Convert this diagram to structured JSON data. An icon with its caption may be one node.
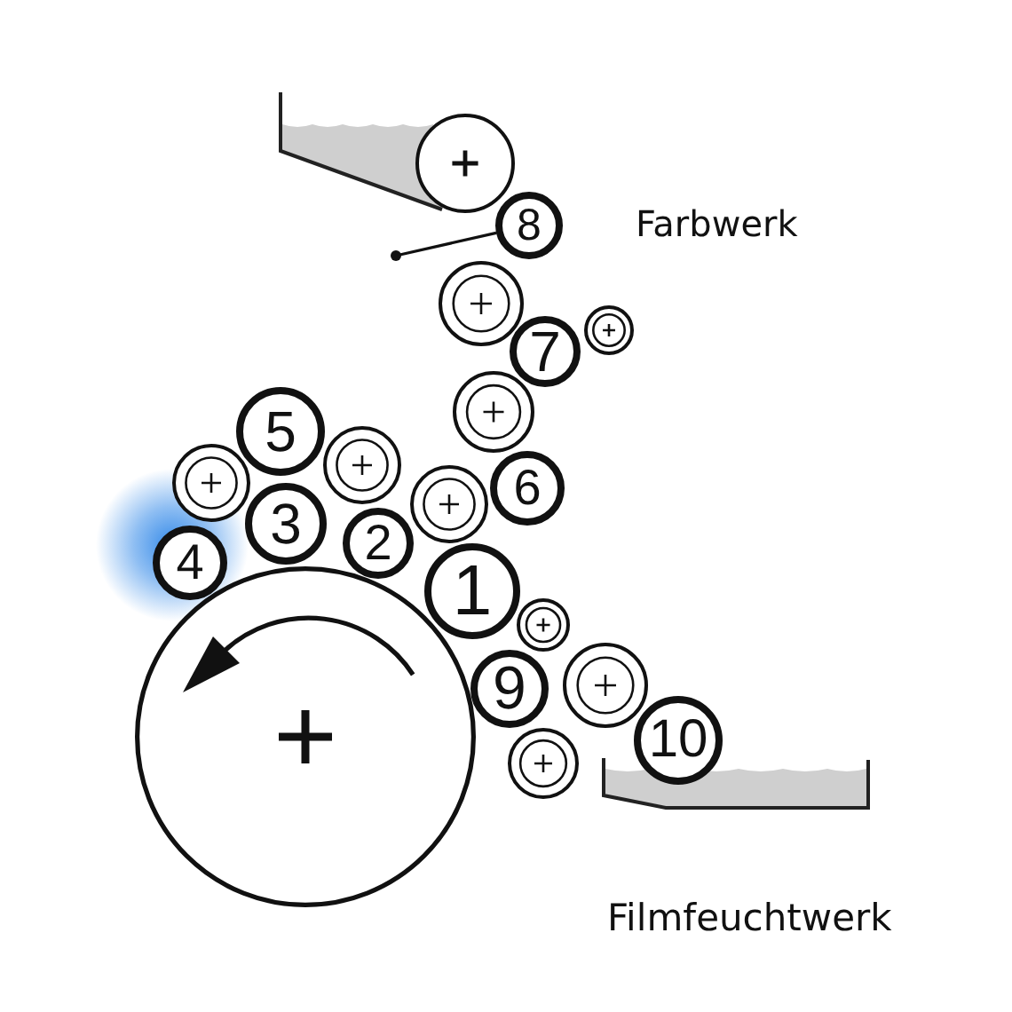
{
  "diagram": {
    "nodes": [
      {
        "text": [],
        "shape": "circle"
      },
      {
        "text": [
          "8"
        ]
      },
      {
        "text": [],
        "shape": "circle"
      },
      {
        "text": [],
        "shape": "circle"
      },
      {
        "text": [
          "7"
        ]
      },
      {
        "text": [],
        "shape": "circle"
      },
      {
        "text": [
          "5"
        ]
      },
      {
        "text": [],
        "shape": "circle"
      },
      {
        "text": [],
        "shape": "circle"
      },
      {
        "text": [
          "6"
        ]
      },
      {
        "text": [],
        "shape": "circle"
      },
      {
        "text": [
          "3"
        ]
      },
      {
        "text": [
          "2"
        ]
      },
      {
        "text": [
          "4"
        ]
      },
      {
        "text": [
          "1"
        ]
      },
      {
        "text": [],
        "shape": "circle"
      },
      {
        "text": [],
        "shape": "circle"
      },
      {
        "text": [],
        "shape": "circle"
      },
      {
        "text": [
          "9"
        ]
      },
      {
        "text": [
          "10"
        ]
      },
      {
        "text": [],
        "shape": "circle"
      }
    ],
    "labels": [
      "Farbwerk",
      "Filmfeuchtwerk"
    ]
  }
}
